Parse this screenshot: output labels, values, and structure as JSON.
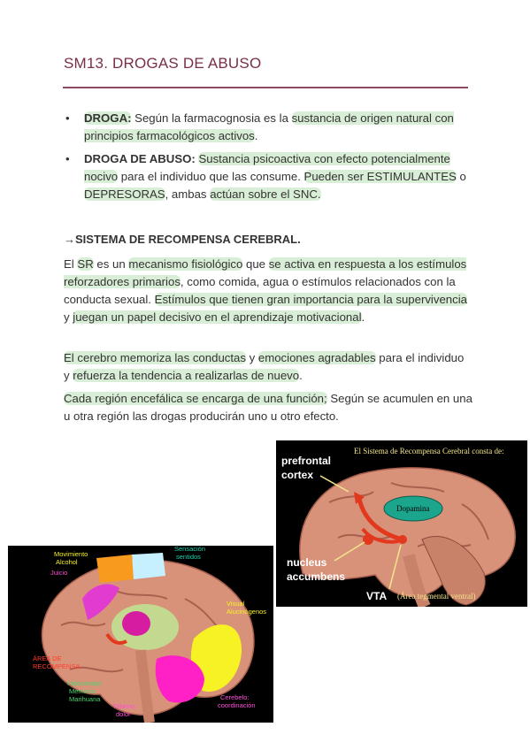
{
  "title": "SM13. DROGAS DE ABUSO",
  "bullets": [
    {
      "term": "DROGA:",
      "t1": "Según la farmacognosia es la",
      "h1": "sustancia de origen natural con principios farmacológicos activos",
      "t2": "."
    },
    {
      "term": "DROGA DE ABUSO:",
      "h0": "Sustancia psicoactiva con efecto potencialmente nocivo",
      "t1": "para el individuo que las consume.",
      "h1": "Pueden ser ESTIMULANTES",
      "t2": "o",
      "h2": "DEPRESORAS",
      "t3": ", ambas",
      "h3": "actúan sobre el SNC."
    }
  ],
  "section": {
    "arrow": "→",
    "heading": "SISTEMA DE RECOMPENSA CEREBRAL."
  },
  "p1": {
    "a": "El",
    "b": "SR",
    "c": "es un",
    "d": "mecanismo fisiológico",
    "e": "que",
    "f": "se activa en respuesta a los estímulos reforzadores primarios",
    "g": ", como comida, agua o estímulos relacionados con la conducta sexual.",
    "h": "Estímulos que tienen gran importancia para la supervivencia",
    "i": "y",
    "j": "juegan un papel decisivo en el aprendizaje motivacional",
    "k": "."
  },
  "p2": {
    "a": "El cerebro memoriza las conductas",
    "b": "y",
    "c": "emociones agradables",
    "d": "para el individuo y",
    "e": "refuerza la tendencia a realizarlas de nuevo",
    "f": "."
  },
  "p3": {
    "a": "Cada región encefálica se encarga de una función;",
    "b": "Según se acumulen en una u otra región las drogas producirán uno u otro efecto."
  },
  "fig1": {
    "header": "El Sistema de Recompensa Cerebral consta de:",
    "prefrontal": "prefrontal",
    "cortex": "cortex",
    "dopamina": "Dopamina",
    "nucleus": "nucleus",
    "accumbens": "accumbens",
    "vta": "VTA",
    "vta_desc": "(Área tegmental ventral)"
  },
  "fig2": {
    "movimiento": "Movimiento",
    "alcohol": "Alcohol",
    "sensacion": "Sensación",
    "sentidos": "sentidos",
    "juicio": "Juicio",
    "visual": "Visual",
    "alucinogenos": "Alucinógenos",
    "area1": "ÁREA DE",
    "area2": "RECOMPENSA",
    "hipo1": "Hipocampo:",
    "hipo2": "Memoria",
    "hipo3": "Marihuana",
    "tal1": "Tálamo:",
    "tal2": "dolor",
    "cer1": "Cerebelo:",
    "cer2": "coordinación"
  }
}
